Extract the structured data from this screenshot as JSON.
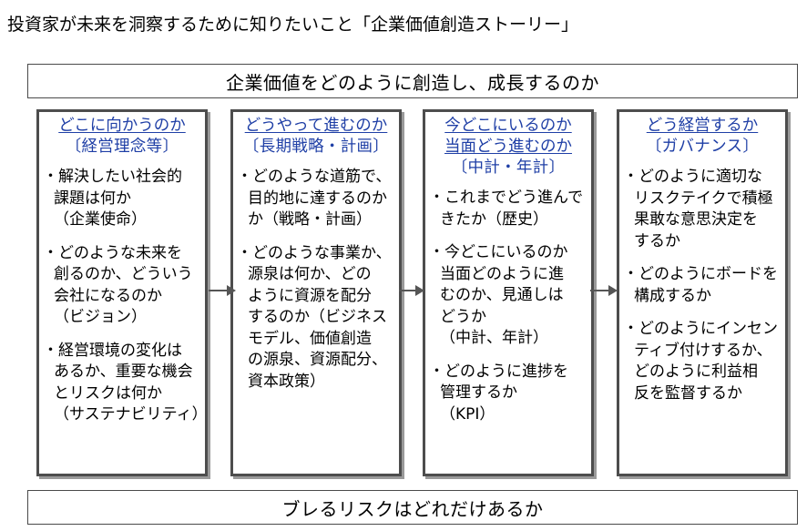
{
  "page_title": "投資家が未来を洞察するために知りたいこと「企業価値創造ストーリー」",
  "top_banner": "企業価値をどのように創造し、成長するのか",
  "bottom_banner": "ブレるリスクはどれだけあるか",
  "colors": {
    "heading": "#1f3fa6",
    "border": "#4d4d4d",
    "shadow": "#9a9a9a"
  },
  "columns": [
    {
      "title_lines": [
        "どこに向かうのか"
      ],
      "subtitle": "〔経営理念等〕",
      "items": [
        {
          "lines": [
            "・解決したい社会的",
            "課題は何か",
            "（企業使命）"
          ]
        },
        {
          "lines": [
            "・どのような未来を",
            "創るのか、どういう",
            "会社になるのか",
            "（ビジョン）"
          ]
        },
        {
          "lines": [
            "・経営環境の変化は",
            "あるか、重要な機会",
            "とリスクは何か",
            "（サステナビリティ）"
          ]
        }
      ]
    },
    {
      "title_lines": [
        "どうやって進むのか"
      ],
      "subtitle": "〔長期戦略・計画〕",
      "items": [
        {
          "lines": [
            "・どのような道筋で、",
            "目的地に達するのか",
            "か（戦略・計画）"
          ]
        },
        {
          "lines": [
            "・どのような事業か、",
            "源泉は何か、どの",
            "ように資源を配分",
            "するのか（ビジネス",
            "モデル、価値創造",
            "の源泉、資源配分、",
            "資本政策）"
          ]
        }
      ]
    },
    {
      "title_lines": [
        "今どこにいるのか",
        "当面どう進むのか"
      ],
      "subtitle": "〔中計・年計〕",
      "items": [
        {
          "lines": [
            "・これまでどう進んで",
            "きたか（歴史）"
          ]
        },
        {
          "lines": [
            "・今どこにいるのか",
            "当面どのように進",
            "むのか、見通しは",
            "どうか",
            "（中計、年計）"
          ]
        },
        {
          "lines": [
            "・どのように進捗を",
            "管理するか",
            "（KPI）"
          ]
        }
      ]
    },
    {
      "title_lines": [
        "どう経営するか"
      ],
      "subtitle": "〔ガバナンス〕",
      "items": [
        {
          "lines": [
            "・どのように適切な",
            "リスクテイクで積極",
            "果敢な意思決定を",
            "するか"
          ]
        },
        {
          "lines": [
            "・どのようにボードを",
            "構成するか"
          ]
        },
        {
          "lines": [
            "・どのようにインセン",
            "ティブ付けするか、",
            "どのように利益相",
            "反を監督するか"
          ]
        }
      ]
    }
  ]
}
